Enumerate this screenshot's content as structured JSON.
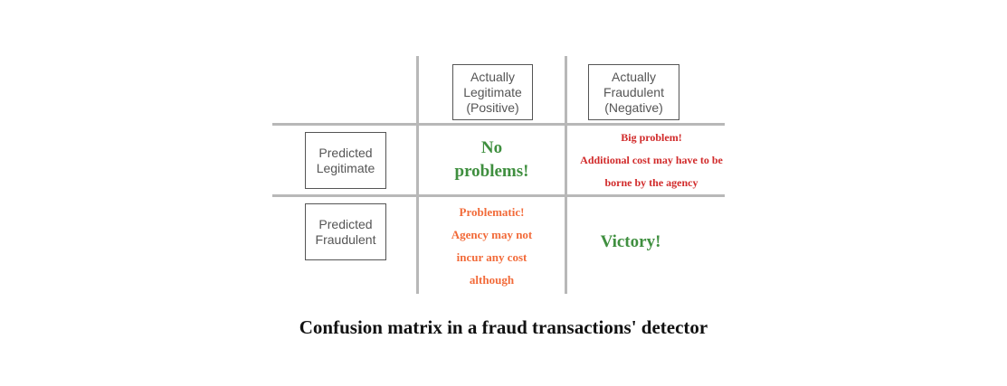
{
  "matrix": {
    "columns": [
      "Actually\nLegitimate\n(Positive)",
      "Actually\nFraudulent\n(Negative)"
    ],
    "rows": [
      "Predicted\nLegitimate",
      "Predicted\nFraudulent"
    ],
    "cells": {
      "true_positive": "No\nproblems!",
      "false_positive": "Big problem!\nAdditional cost may have to be\nborne by the agency",
      "false_negative": "Problematic!\nAgency may not\nincur any cost\nalthough",
      "true_negative": "Victory!"
    },
    "colors": {
      "good": "#3f8f3f",
      "bad": "#d12a2a",
      "warning": "#f26b3a",
      "header_text": "#555555",
      "grid": "#b8b8b8"
    }
  },
  "caption": "Confusion matrix in a fraud transactions' detector"
}
